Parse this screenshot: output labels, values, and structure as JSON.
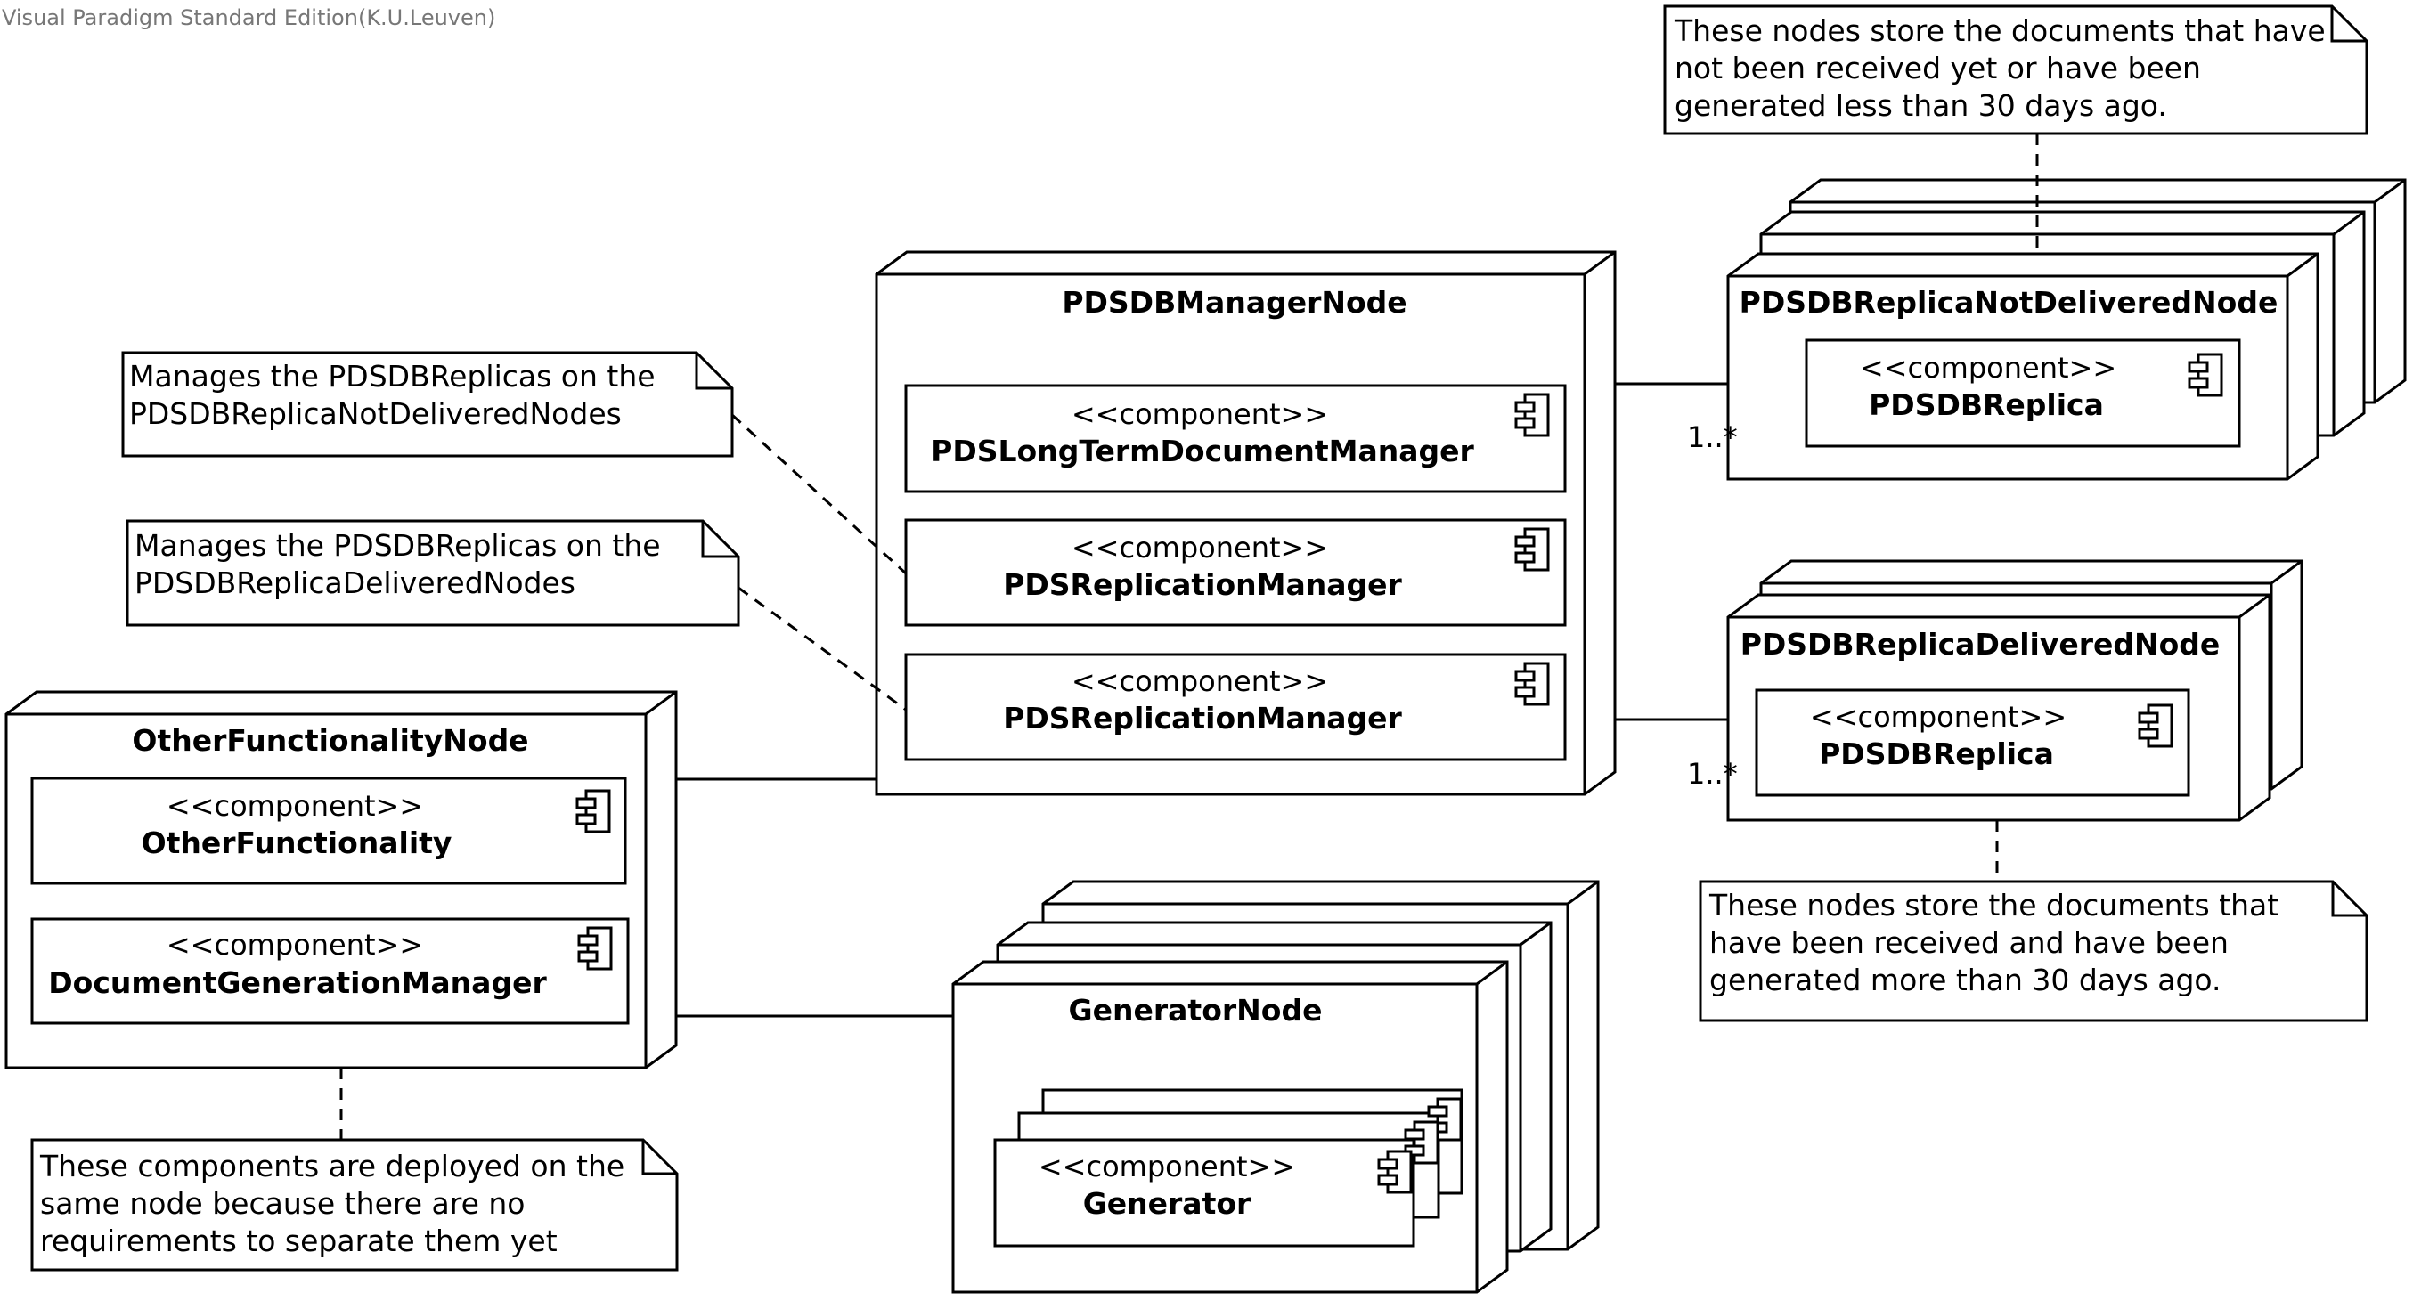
{
  "watermark": "Visual Paradigm Standard Edition(K.U.Leuven)",
  "stereotype": "<<component>>",
  "nodes": {
    "manager": {
      "title": "PDSDBManagerNode",
      "components": [
        "PDSLongTermDocumentManager",
        "PDSReplicationManager",
        "PDSReplicationManager"
      ]
    },
    "not_delivered": {
      "title": "PDSDBReplicaNotDeliveredNode",
      "component": "PDSDBReplica"
    },
    "delivered": {
      "title": "PDSDBReplicaDeliveredNode",
      "component": "PDSDBReplica"
    },
    "other": {
      "title": "OtherFunctionalityNode",
      "components": [
        "OtherFunctionality",
        "DocumentGenerationManager"
      ]
    },
    "generator": {
      "title": "GeneratorNode",
      "component": "Generator"
    }
  },
  "multiplicities": {
    "not_delivered": "1..*",
    "delivered": "1..*"
  },
  "notes": {
    "not_delivered": [
      "These nodes store the documents that have",
      "not been received yet or have been",
      "generated less than 30 days ago."
    ],
    "manages_not_delivered": [
      "Manages the PDSDBReplicas on the",
      "PDSDBReplicaNotDeliveredNodes"
    ],
    "manages_delivered": [
      "Manages the PDSDBReplicas on the",
      "PDSDBReplicaDeliveredNodes"
    ],
    "delivered": [
      "These nodes store the documents that",
      "have been received and have been",
      "generated more than 30 days ago."
    ],
    "same_node": [
      "These components are deployed on the",
      "same node because there are no",
      "requirements to separate them yet"
    ]
  },
  "colors": {
    "line": "#000000",
    "fill": "#ffffff",
    "watermark": "#777777"
  }
}
